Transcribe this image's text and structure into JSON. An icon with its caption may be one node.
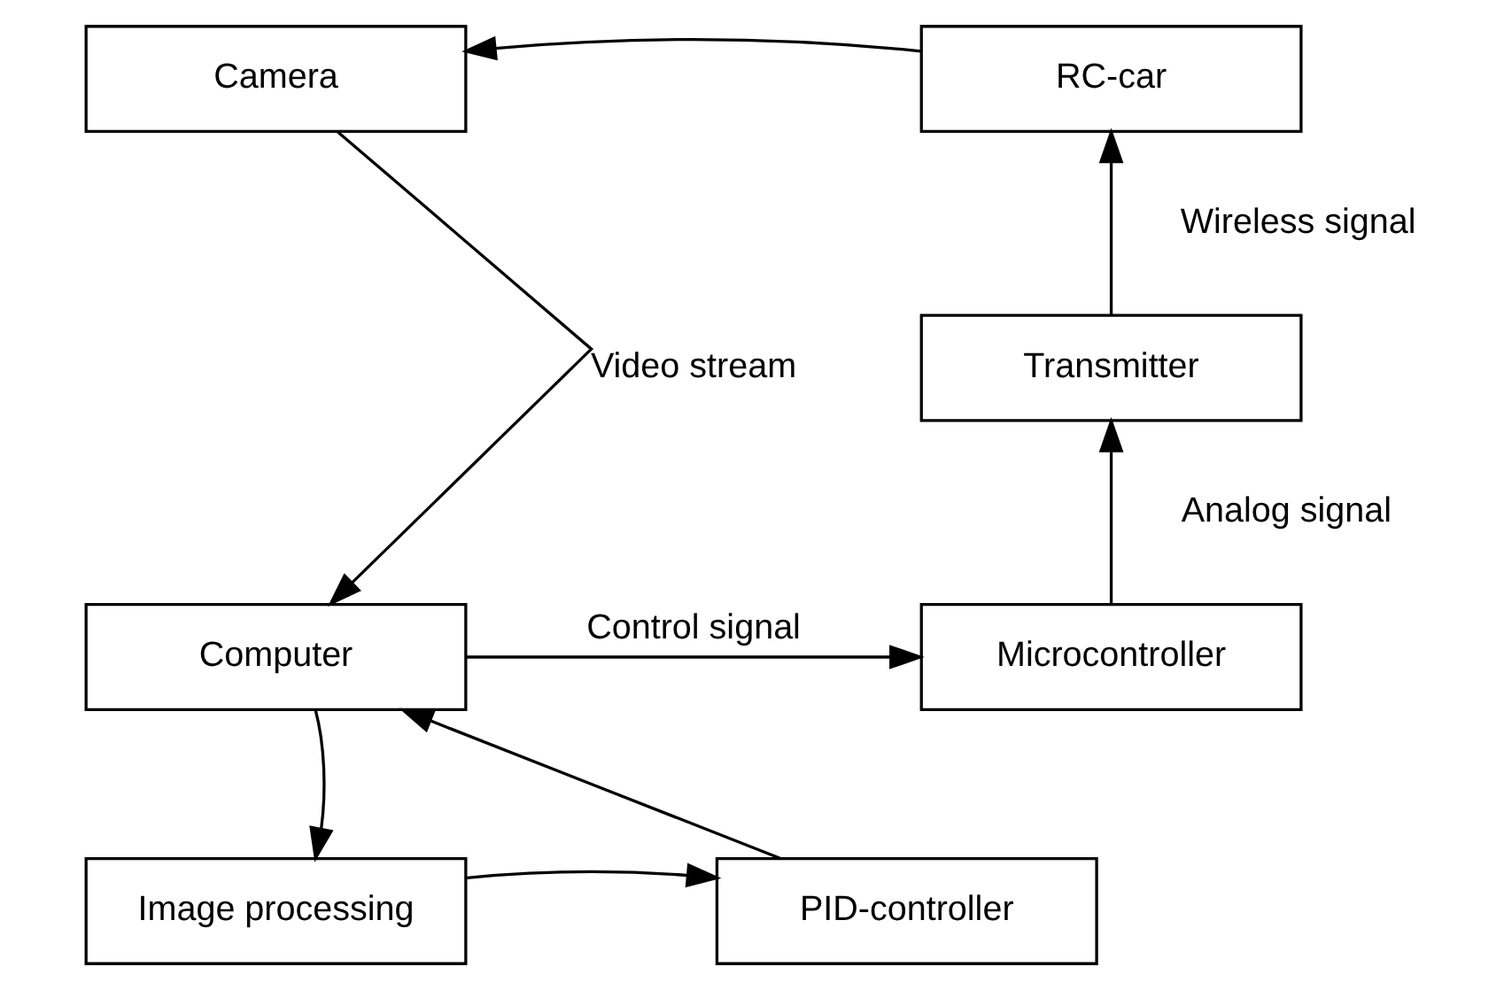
{
  "diagram": {
    "nodes": [
      {
        "text": [
          "Camera"
        ]
      },
      {
        "text": [
          "RC-car"
        ]
      },
      {
        "text": [
          "Transmitter"
        ]
      },
      {
        "text": [
          "Computer"
        ]
      },
      {
        "text": [
          "Microcontroller"
        ]
      },
      {
        "text": [
          "Image processing"
        ]
      },
      {
        "text": [
          "PID-controller"
        ]
      }
    ],
    "edges": [
      {
        "from": 1,
        "to": 0,
        "arrow": "to"
      },
      {
        "from": 2,
        "to": 1,
        "arrow": "to",
        "label": "Wireless signal"
      },
      {
        "from": 0,
        "to": 3,
        "arrow": "to",
        "label": "Video stream"
      },
      {
        "from": 3,
        "to": 4,
        "arrow": "to",
        "label": "Control signal"
      },
      {
        "from": 4,
        "to": 2,
        "arrow": "to",
        "label": "Analog signal"
      },
      {
        "from": 3,
        "to": 5,
        "arrow": "to"
      },
      {
        "from": 5,
        "to": 6,
        "arrow": "to"
      },
      {
        "from": 6,
        "to": 3,
        "arrow": "to"
      }
    ]
  }
}
